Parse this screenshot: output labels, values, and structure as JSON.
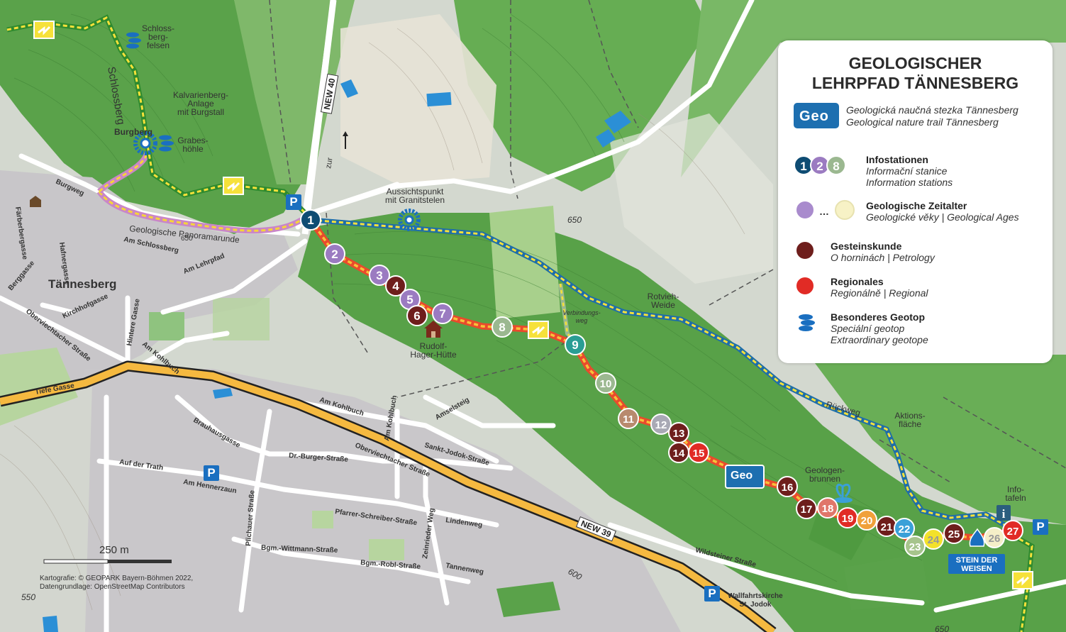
{
  "legend": {
    "title_line1": "GEOLOGISCHER",
    "title_line2": "LEHRPFAD TÄNNESBERG",
    "logo": "Geo",
    "subtitle_cz": "Geologická naučná stezka Tännesberg",
    "subtitle_en": "Geological nature trail Tännesberg",
    "items": [
      {
        "de": "Infostationen",
        "cz": "Informační stanice",
        "en": "Information stations",
        "swatches": [
          "#0e4c73",
          "#9b7bc1",
          "#9bb890"
        ],
        "nums": [
          "1",
          "2",
          "8"
        ]
      },
      {
        "de": "Geologische Zeitalter",
        "cz": "Geologické věky | Geological Ages",
        "en": "",
        "swatches": [
          "#a98bcd",
          "#f7f2c6"
        ]
      },
      {
        "de": "Gesteinskunde",
        "cz": "O horninách  | Petrology",
        "en": "",
        "swatches": [
          "#6e1e1c"
        ]
      },
      {
        "de": "Regionales",
        "cz": "Regionálně  | Regional",
        "en": "",
        "swatches": [
          "#e12b25"
        ]
      },
      {
        "de": "Besonderes Geotop",
        "cz": "Speciální geotop",
        "en": "Extraordinary geotope",
        "swatches": [
          "#1a6fc0"
        ]
      }
    ]
  },
  "labels": {
    "town": "Tännesberg",
    "schlossberg": "Schlossberg",
    "schlossbergfelsen1": "Schloss-",
    "schlossbergfelsen2": "berg-",
    "schlossbergfelsen3": "felsen",
    "kalv1": "Kalvarienberg-",
    "kalv2": "Anlage",
    "kalv3": "mit Burgstall",
    "burgberg": "Burgberg",
    "grab1": "Grabes-",
    "grab2": "höhle",
    "aussicht1": "Aussichtspunkt",
    "aussicht2": "mit Granitstelen",
    "hut1": "Rudolf-",
    "hut2": "Hager-Hütte",
    "rotvieh1": "Rotvieh-",
    "rotvieh2": "Weide",
    "verbindung1": "Verbindungs-",
    "verbindung2": "weg",
    "rueckweg": "Rückweg",
    "aktion1": "Aktions-",
    "aktion2": "fläche",
    "geologen1": "Geologen-",
    "geologen2": "brunnen",
    "info1": "Info-",
    "info2": "tafeln",
    "stein1": "STEIN DER",
    "stein2": "WEISEN",
    "kirche1": "Wallfahrtskirche",
    "kirche2": "St. Jodok",
    "panorama": "Geologische Panoramarunde",
    "zur": "zur",
    "new40": "NEW 40",
    "new39": "NEW 39",
    "scale": "250 m",
    "credit1": "Kartografie: © GEOPARK Bayern-Böhmen 2022,",
    "credit2": "Datengrundlage: OpenStreetMap Contributors",
    "e650a": "650",
    "e650b": "650",
    "e650c": "650",
    "e600": "600",
    "e550": "550"
  },
  "streets": {
    "burgweg": "Burgweg",
    "faerber": "Färberbergasse",
    "hafner": "Hafnergasse",
    "berg": "Berggasse",
    "schloss": "Am Schlossberg",
    "lehr": "Am Lehrpfad",
    "kirchhof": "Kirchhofgasse",
    "oberv1": "Oberviechtacher Straße",
    "oberv2": "Oberviechtacher Straße",
    "hintere": "Hintere Gasse",
    "kohlbuch1": "Am Kohlbuch",
    "kohlbuch2": "Am Kohlbuch",
    "kohlbuch3": "Am Kohlbuch",
    "tiefe": "Tiefe Gasse",
    "brauhaus": "Brauhausgasse",
    "burger": "Dr.-Burger-Straße",
    "amsel": "Amselsteig",
    "jodok": "Sankt-Jodok-Straße",
    "trath": "Auf der Trath",
    "hennerzaun": "Am Hennerzaun",
    "pfarrer": "Pfarrer-Schreiber-Straße",
    "linden": "Lindenweg",
    "zeinrieder": "Zeinrieder Weg",
    "plichauer": "Plichauer Straße",
    "wittmann": "Bgm.-Wittmann-Straße",
    "robl": "Bgm.-Robl-Straße",
    "tannen": "Tannenweg",
    "wildsteiner": "Wildsteiner Straße"
  },
  "stations": [
    {
      "n": "1",
      "color": "#0e4c73",
      "cat": "info"
    },
    {
      "n": "2",
      "color": "#9b7bc1",
      "cat": "age"
    },
    {
      "n": "3",
      "color": "#9b7bc1",
      "cat": "age"
    },
    {
      "n": "4",
      "color": "#6e1e1c",
      "cat": "petrology"
    },
    {
      "n": "5",
      "color": "#9b7bc1",
      "cat": "age"
    },
    {
      "n": "6",
      "color": "#6e1e1c",
      "cat": "petrology"
    },
    {
      "n": "7",
      "color": "#9b7bc1",
      "cat": "age"
    },
    {
      "n": "8",
      "color": "#9bb890",
      "cat": "info"
    },
    {
      "n": "9",
      "color": "#2a9d94",
      "cat": "info"
    },
    {
      "n": "10",
      "color": "#9bb890",
      "cat": "age"
    },
    {
      "n": "11",
      "color": "#b88a6e",
      "cat": "age"
    },
    {
      "n": "12",
      "color": "#a9a9b5",
      "cat": "age"
    },
    {
      "n": "13",
      "color": "#6e1e1c",
      "cat": "petrology"
    },
    {
      "n": "14",
      "color": "#6e1e1c",
      "cat": "petrology"
    },
    {
      "n": "15",
      "color": "#e12b25",
      "cat": "regional"
    },
    {
      "n": "16",
      "color": "#6e1e1c",
      "cat": "petrology"
    },
    {
      "n": "17",
      "color": "#6e1e1c",
      "cat": "petrology"
    },
    {
      "n": "18",
      "color": "#e0766a",
      "cat": "age"
    },
    {
      "n": "19",
      "color": "#e12b25",
      "cat": "regional"
    },
    {
      "n": "20",
      "color": "#f0a03a",
      "cat": "age"
    },
    {
      "n": "21",
      "color": "#6e1e1c",
      "cat": "petrology"
    },
    {
      "n": "22",
      "color": "#3aa0d8",
      "cat": "age"
    },
    {
      "n": "23",
      "color": "#a6c48c",
      "cat": "age"
    },
    {
      "n": "24",
      "color": "#f3e12b",
      "cat": "age"
    },
    {
      "n": "25",
      "color": "#6e1e1c",
      "cat": "petrology"
    },
    {
      "n": "26",
      "color": "#f5efc8",
      "cat": "age"
    },
    {
      "n": "27",
      "color": "#e12b25",
      "cat": "regional"
    }
  ]
}
